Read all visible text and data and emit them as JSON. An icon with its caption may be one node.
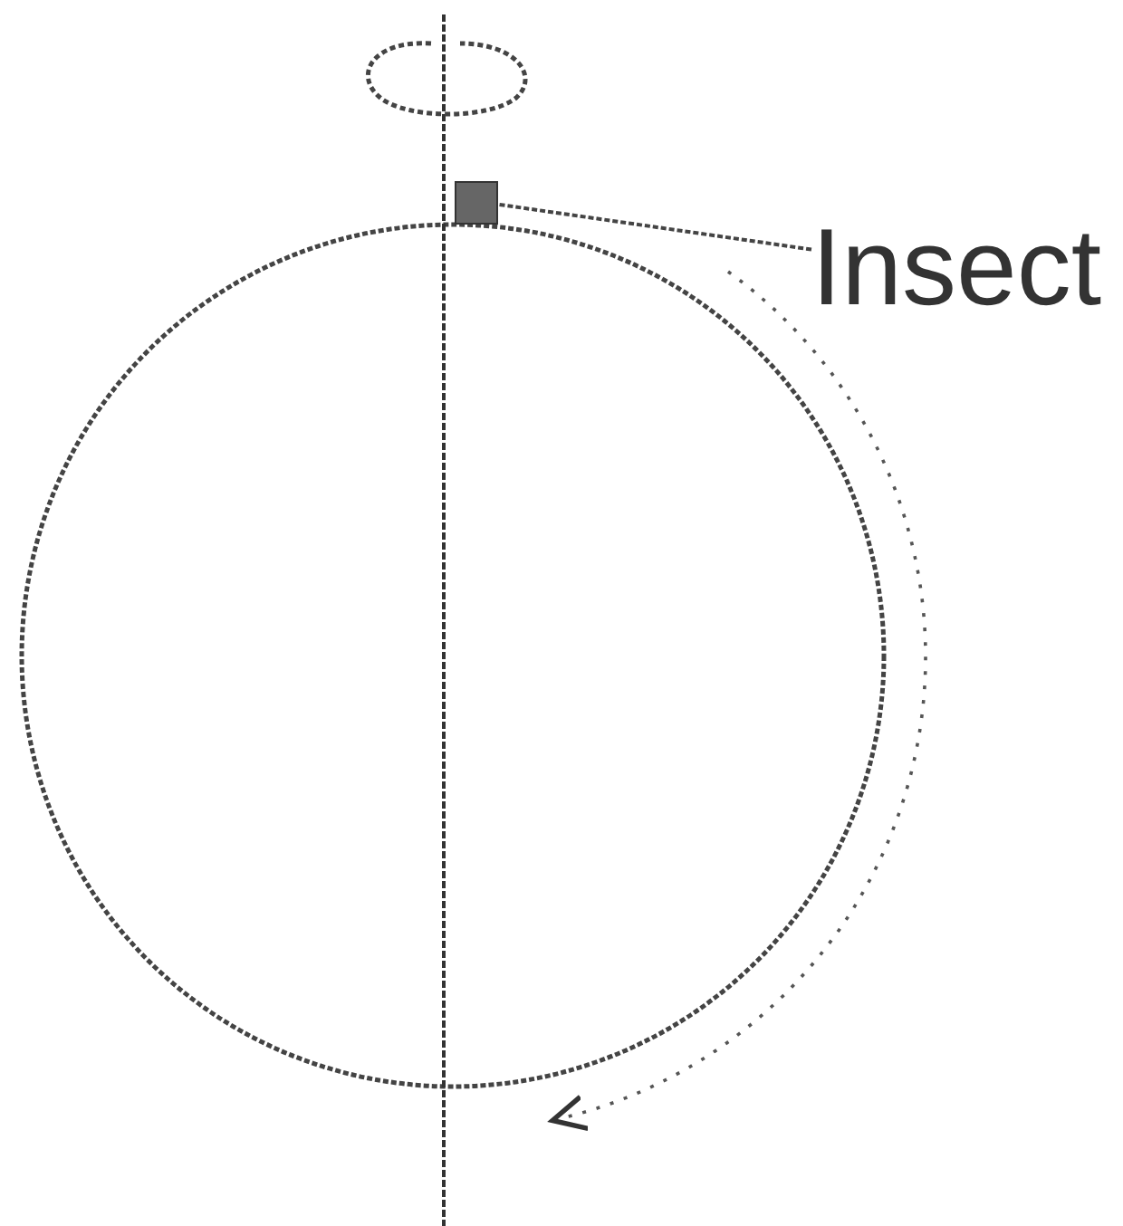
{
  "diagram": {
    "nodes": [
      {
        "text": [
          "Insect"
        ]
      },
      {
        "text": [],
        "shape": "box"
      }
    ],
    "edges": [
      {
        "from": 0,
        "to": 1,
        "arrow": "none"
      }
    ]
  }
}
